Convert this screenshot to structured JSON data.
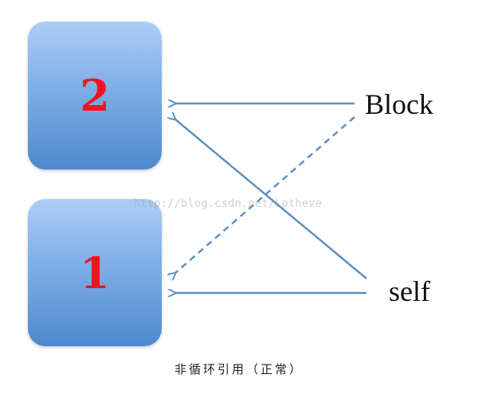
{
  "boxes": [
    {
      "id": "box-2",
      "label": "2"
    },
    {
      "id": "box-1",
      "label": "1"
    }
  ],
  "labels": {
    "block": "Block",
    "self": "self"
  },
  "watermark": "http://blog.csdn.net/Lotheve",
  "caption": "非循环引用（正常）",
  "colors": {
    "box_top": "#aecdf7",
    "box_bottom": "#4f88cf",
    "number": "#f0141e",
    "arrow": "#5f8fc4"
  },
  "arrows": [
    {
      "from": "Block",
      "to": "2",
      "style": "solid"
    },
    {
      "from": "Block",
      "to": "1",
      "style": "dashed"
    },
    {
      "from": "self",
      "to": "2",
      "style": "solid"
    },
    {
      "from": "self",
      "to": "1",
      "style": "solid"
    }
  ]
}
